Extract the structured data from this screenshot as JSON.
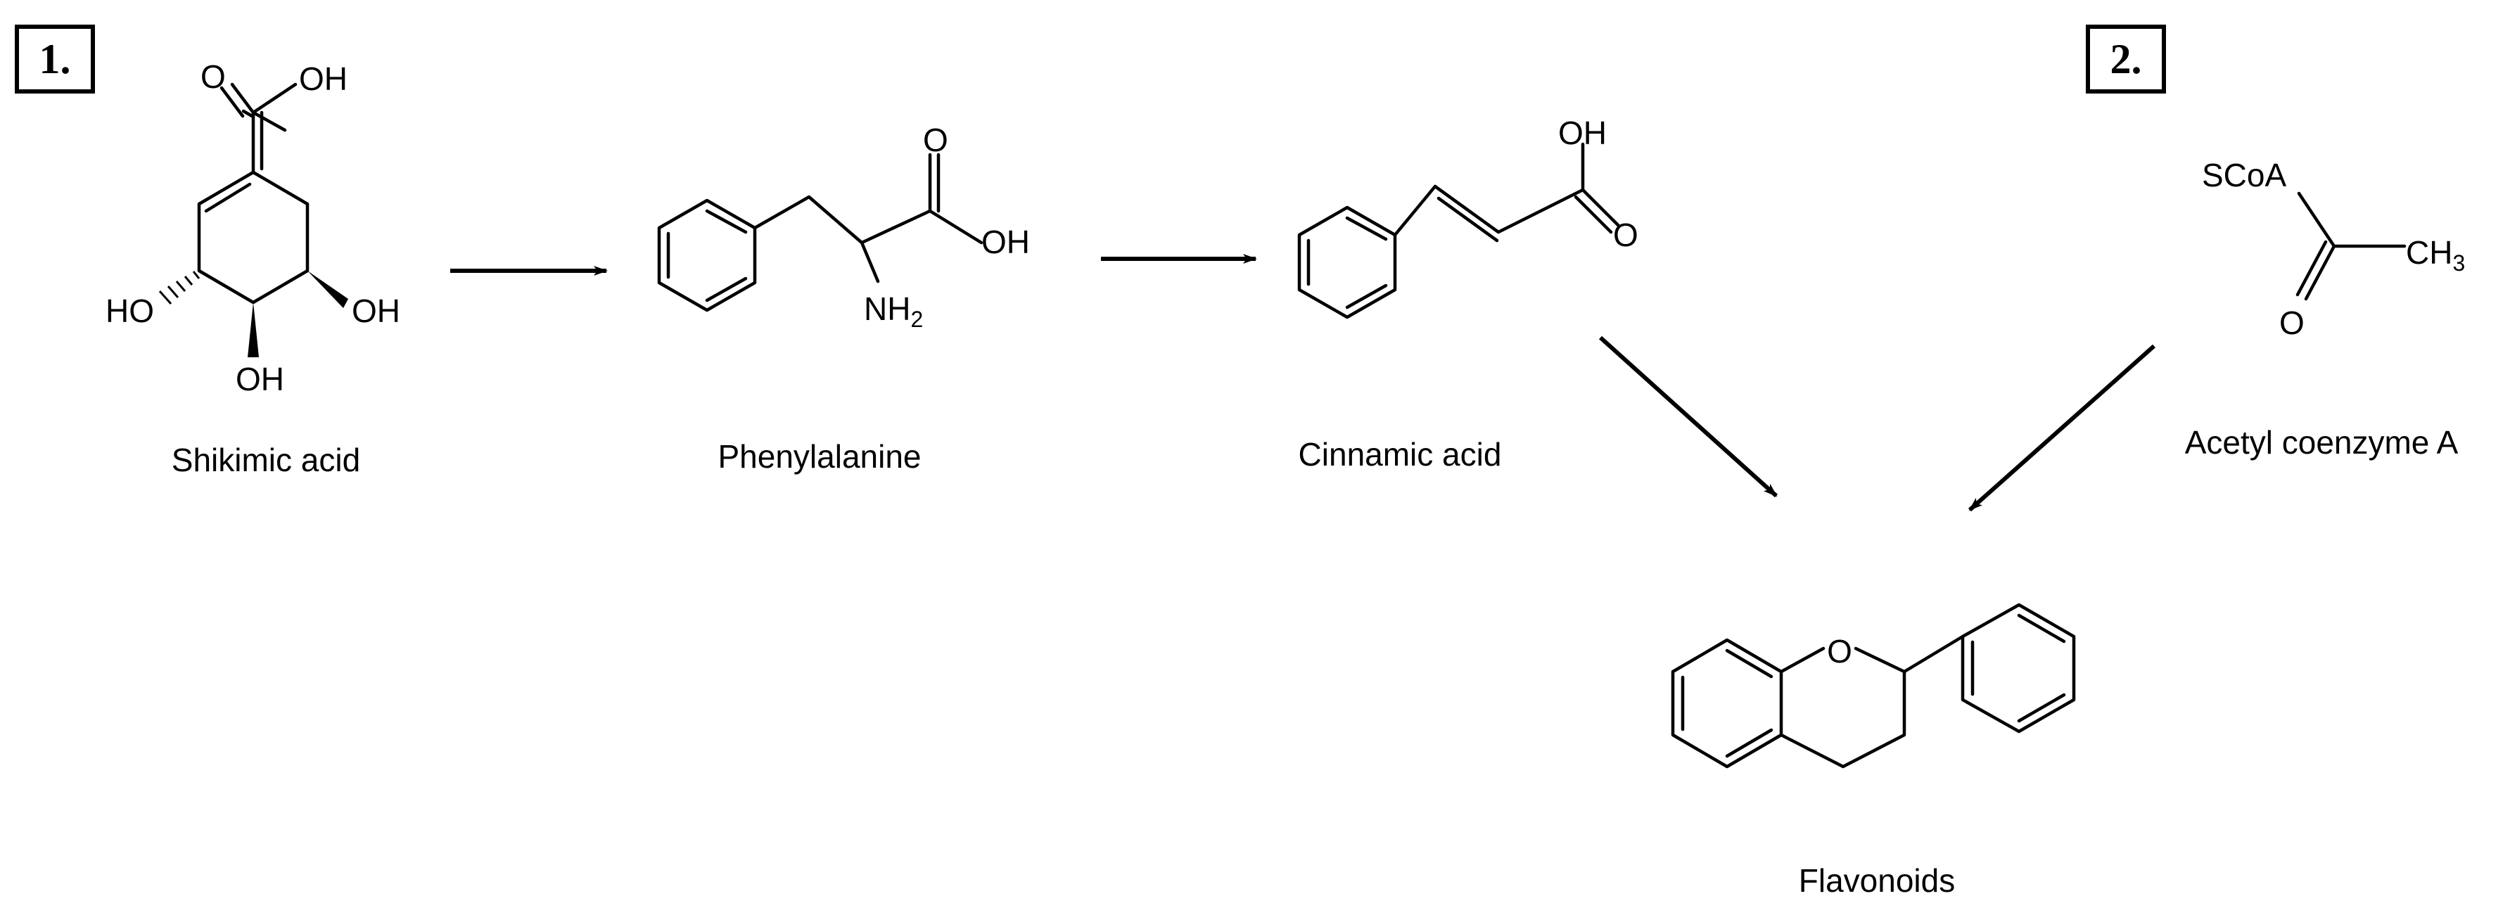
{
  "panels": [
    {
      "label": "1."
    },
    {
      "label": "2."
    }
  ],
  "compounds": {
    "shikimic": {
      "name": "Shikimic acid",
      "atoms": {
        "carbonyl_o": "O",
        "acid_oh": "OH",
        "oh_left": "HO",
        "oh_right": "OH",
        "oh_bottom": "OH"
      }
    },
    "phenylalanine": {
      "name": "Phenylalanine",
      "atoms": {
        "carbonyl_o": "O",
        "acid_oh": "OH",
        "amine": "NH",
        "amine_sub": "2"
      }
    },
    "cinnamic": {
      "name": "Cinnamic acid",
      "atoms": {
        "acid_oh": "OH",
        "carbonyl_o": "O"
      }
    },
    "acetyl_coa": {
      "name": "Acetyl coenzyme A",
      "atoms": {
        "scoa": "SCoA",
        "methyl": "CH",
        "methyl_sub": "3",
        "carbonyl_o": "O"
      }
    },
    "flavonoids": {
      "name": "Flavonoids",
      "atoms": {
        "ring_o": "O"
      }
    }
  }
}
